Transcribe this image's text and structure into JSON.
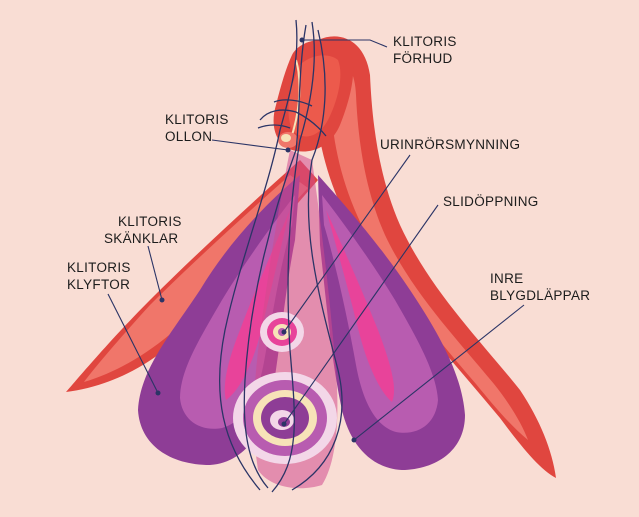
{
  "labels": {
    "forhud": [
      "KLITORIS",
      "FÖRHUD"
    ],
    "ollon": [
      "KLITORIS",
      "OLLON"
    ],
    "urinrorsmynning": [
      "URINRÖRSMYNNING"
    ],
    "slidoppning": [
      "SLIDÖPPNING"
    ],
    "skanklar": [
      "KLITORIS",
      "SKÄNKLAR"
    ],
    "klyftor": [
      "KLITORIS",
      "KLYFTOR"
    ],
    "blygdlappar": [
      "INRE",
      "BLYGDLÄPPAR"
    ]
  },
  "colors": {
    "background": "#f9ddd4",
    "crura": "#e0463f",
    "crura_light": "#f0766a",
    "bulb": "#8e3d96",
    "bulb_light": "#b85cb0",
    "pink": "#e8439a",
    "outline": "#2b3466",
    "cream": "#f7e3b8"
  }
}
